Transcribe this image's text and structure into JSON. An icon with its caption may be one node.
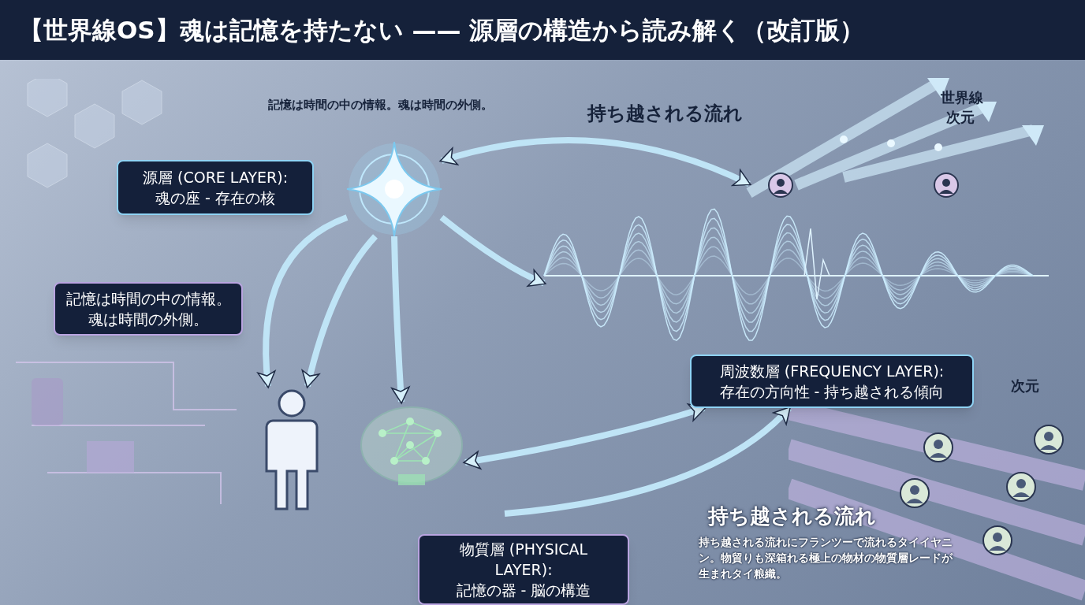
{
  "diagram": {
    "title": "【世界線OS】魂は記憶を持たない —— 源層の構造から読み解く（改訂版）",
    "nodes": [
      {
        "text": [],
        "shape": "picture"
      },
      {
        "text": [
          "源層 (CORE LAYER):",
          "魂の座 - 存在の核"
        ]
      },
      {
        "text": [
          "記憶は時間の中の情報。魂は時間の外側。"
        ]
      },
      {
        "text": [],
        "shape": "person"
      },
      {
        "text": [],
        "shape": "picture"
      },
      {
        "text": [],
        "shape": "picture"
      },
      {
        "text": [
          "周波数層 (FREQUENCY LAYER):",
          "存在の方向性 - 持ち越される傾向"
        ]
      },
      {
        "text": [
          "物質層 (PHYSICAL LAYER):",
          "記憶の器 - 脳の構造"
        ]
      },
      {
        "text": [],
        "shape": "picture"
      }
    ],
    "edges": [
      {
        "from": 0,
        "to": 3,
        "arrow": "to"
      },
      {
        "from": 0,
        "to": 3,
        "arrow": "to"
      },
      {
        "from": 0,
        "to": 4,
        "arrow": "to"
      },
      {
        "from": 0,
        "to": 5,
        "arrow": "to"
      },
      {
        "from": 0,
        "to": 8,
        "arrow": "both"
      },
      {
        "from": 4,
        "to": 6,
        "arrow": "both"
      },
      {
        "from": null,
        "to": 6,
        "arrow": "to"
      }
    ],
    "labels": [
      "記憶は時間の中の情報。魂は時間の外側。",
      "持ち越される流れ",
      "世界線",
      "次元",
      "次元",
      "持ち越される流れ",
      "持ち越される流れにフランツーで流れるタイイヤニン。物貿りも深箱れる極上の物材の物質層レードが生まれタイ粮織。"
    ]
  }
}
